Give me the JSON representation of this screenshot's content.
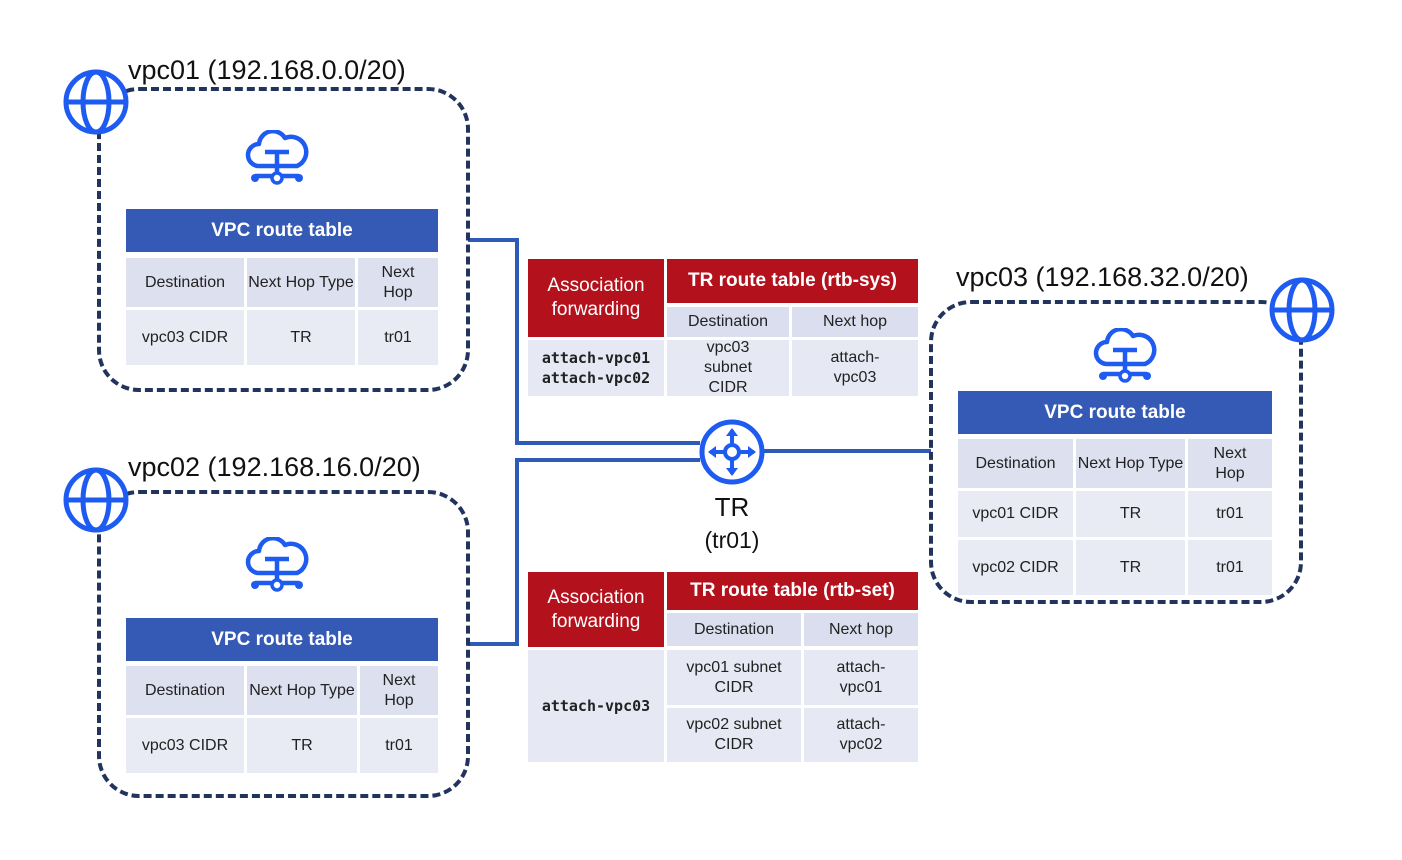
{
  "colors": {
    "dashed_border": "#22345e",
    "header_blue": "#355ab6",
    "accent_red": "#b3121c",
    "icon_blue": "#1e5bf0",
    "line_blue": "#2e5bb8"
  },
  "vpc01": {
    "title": "vpc01 (192.168.0.0/20)",
    "route_table": {
      "title": "VPC route table",
      "headers": [
        "Destination",
        "Next Hop Type",
        "Next Hop"
      ],
      "rows": [
        [
          "vpc03 CIDR",
          "TR",
          "tr01"
        ]
      ]
    }
  },
  "vpc02": {
    "title": "vpc02 (192.168.16.0/20)",
    "route_table": {
      "title": "VPC route table",
      "headers": [
        "Destination",
        "Next Hop Type",
        "Next Hop"
      ],
      "rows": [
        [
          "vpc03 CIDR",
          "TR",
          "tr01"
        ]
      ]
    }
  },
  "vpc03": {
    "title": "vpc03 (192.168.32.0/20)",
    "route_table": {
      "title": "VPC route table",
      "headers": [
        "Destination",
        "Next Hop Type",
        "Next Hop"
      ],
      "rows": [
        [
          "vpc01 CIDR",
          "TR",
          "tr01"
        ],
        [
          "vpc02 CIDR",
          "TR",
          "tr01"
        ]
      ]
    }
  },
  "tr": {
    "name": "TR",
    "id": "(tr01)"
  },
  "rtb_sys": {
    "assoc_label": "Association forwarding",
    "title": "TR route table (rtb-sys)",
    "headers": [
      "Destination",
      "Next hop"
    ],
    "associations": [
      "attach-vpc01",
      "attach-vpc02"
    ],
    "rows": [
      [
        "vpc03 subnet CIDR",
        "attach-vpc03"
      ]
    ]
  },
  "rtb_set": {
    "assoc_label": "Association forwarding",
    "title": "TR route table (rtb-set)",
    "headers": [
      "Destination",
      "Next hop"
    ],
    "associations": [
      "attach-vpc03"
    ],
    "rows": [
      [
        "vpc01 subnet CIDR",
        "attach-vpc01"
      ],
      [
        "vpc02 subnet CIDR",
        "attach-vpc02"
      ]
    ]
  },
  "icons": {
    "vpc": "globe-icon",
    "vrouter": "cloud-router-icon",
    "tr": "transit-router-icon"
  }
}
